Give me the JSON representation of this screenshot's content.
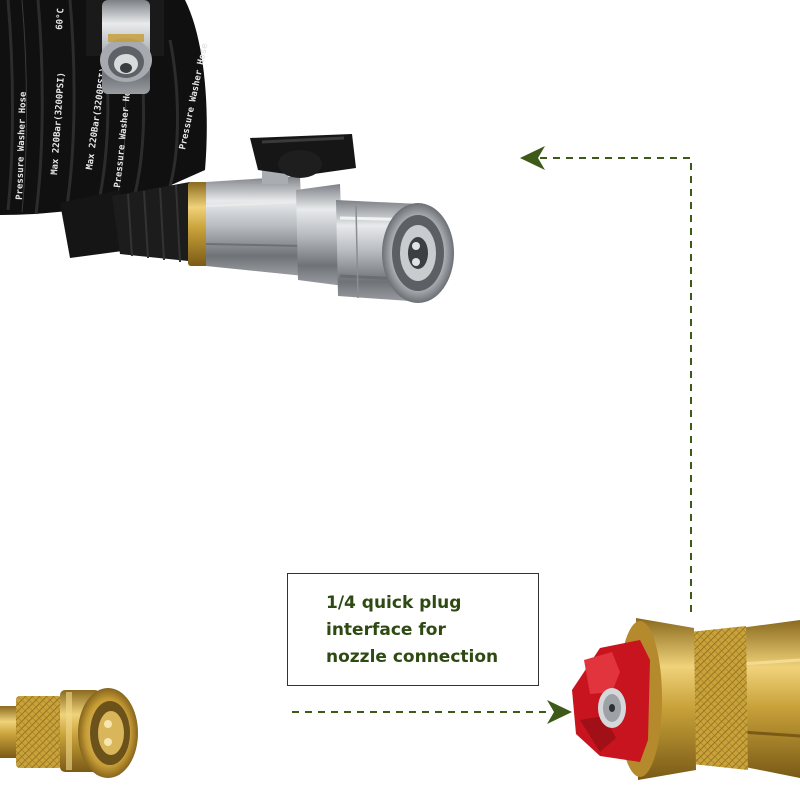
{
  "callout": {
    "lines": [
      "1/4 quick plug",
      "interface for",
      "nozzle connection"
    ]
  },
  "hose_print": {
    "text_a": "Max 220Bar(3200PSI)",
    "text_b": "Pressure Washer Hose",
    "text_c": "60°C"
  },
  "colors": {
    "arrow": "#3d5a18",
    "callout_text": "#2e4a12",
    "hose": "#141414",
    "brass": "#c9a23a",
    "steel": "#b9bcbf",
    "nozzle_cap": "#c8141e"
  },
  "icons": {
    "arrow_to_hose": "arrow-left-icon",
    "arrow_to_nozzle": "arrow-right-icon"
  }
}
